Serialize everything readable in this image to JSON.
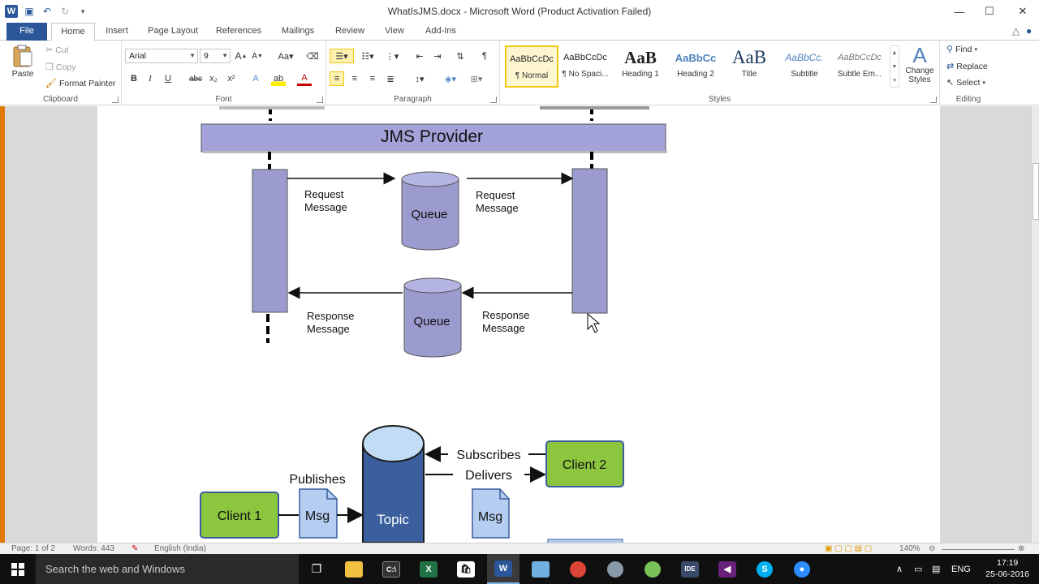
{
  "window": {
    "title": "WhatIsJMS.docx - Microsoft Word (Product Activation Failed)",
    "app_letter": "W"
  },
  "tabs": [
    "File",
    "Home",
    "Insert",
    "Page Layout",
    "References",
    "Mailings",
    "Review",
    "View",
    "Add-Ins"
  ],
  "ribbon": {
    "clipboard": {
      "label": "Clipboard",
      "paste": "Paste",
      "cut": "Cut",
      "copy": "Copy",
      "format_painter": "Format Painter"
    },
    "font": {
      "label": "Font",
      "font_name": "Arial",
      "font_size": "9",
      "bold": "B",
      "italic": "I",
      "underline": "U",
      "strike": "abc",
      "sub": "x₂",
      "sup": "x²"
    },
    "paragraph": {
      "label": "Paragraph"
    },
    "styles": {
      "label": "Styles",
      "items": [
        {
          "preview": "AaBbCcDc",
          "name": "¶ Normal"
        },
        {
          "preview": "AaBbCcDc",
          "name": "¶ No Spaci..."
        },
        {
          "preview": "AaB",
          "name": "Heading 1"
        },
        {
          "preview": "AaBbCc",
          "name": "Heading 2"
        },
        {
          "preview": "AaB",
          "name": "Title"
        },
        {
          "preview": "AaBbCc.",
          "name": "Subtitle"
        },
        {
          "preview": "AaBbCcDc",
          "name": "Subtle Em..."
        }
      ],
      "change_styles": "Change Styles"
    },
    "editing": {
      "label": "Editing",
      "find": "Find",
      "replace": "Replace",
      "select": "Select"
    }
  },
  "diagram1": {
    "provider": "JMS Provider",
    "queue_top": "Queue",
    "queue_bottom": "Queue",
    "req_left_1": "Request",
    "req_left_2": "Message",
    "req_right_1": "Request",
    "req_right_2": "Message",
    "resp_left_1": "Response",
    "resp_left_2": "Message",
    "resp_right_1": "Response",
    "resp_right_2": "Message"
  },
  "diagram2": {
    "client1": "Client 1",
    "client2": "Client 2",
    "publishes": "Publishes",
    "msg1": "Msg",
    "msg2": "Msg",
    "topic": "Topic",
    "subscribes": "Subscribes",
    "delivers": "Delivers"
  },
  "statusbar": {
    "page": "Page: 1 of 2",
    "words": "Words: 443",
    "language": "English (India)",
    "zoom": "140%"
  },
  "taskbar": {
    "search": "Search the web and Windows",
    "lang": "ENG",
    "time": "17:19",
    "date": "25-06-2016"
  },
  "colors": {
    "accent": "#2b579a",
    "diagram_fill": "#9b9bd0",
    "client_green": "#8cc63f",
    "topic_blue": "#3a5f9c",
    "msg_blue": "#b5cdf0"
  }
}
